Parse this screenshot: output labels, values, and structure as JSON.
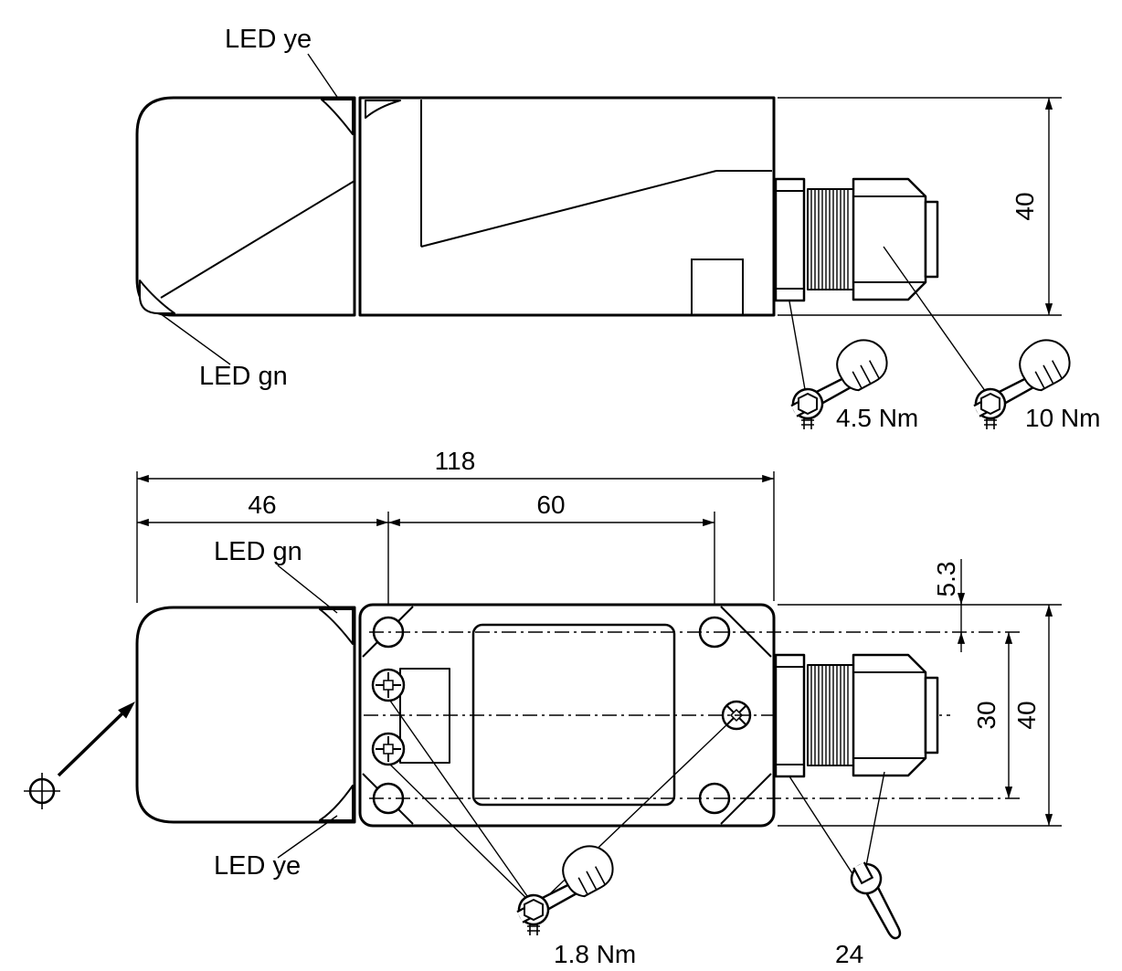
{
  "colors": {
    "line": "#000000",
    "background": "#ffffff"
  },
  "side_view": {
    "led_ye_label": "LED ye",
    "led_gn_label": "LED gn",
    "dim_height": "40",
    "torque_locknut": "4.5 Nm",
    "torque_gland": "10 Nm"
  },
  "top_view": {
    "dim_total_length": "118",
    "dim_head_length": "46",
    "dim_hole_spacing_x": "60",
    "led_gn_label": "LED gn",
    "led_ye_label": "LED ye",
    "dim_edge_to_hole": "5.3",
    "dim_hole_spacing_y": "30",
    "dim_width": "40",
    "torque_cover_screws": "1.8 Nm",
    "wrench_size": "24"
  },
  "icons": {
    "wrench_hand": "hand-tightening-with-open-end-wrench",
    "open_end_wrench": "open-end-wrench",
    "target_mark": "position-crosshair",
    "direction_arrow": "sensing-direction-arrow"
  }
}
